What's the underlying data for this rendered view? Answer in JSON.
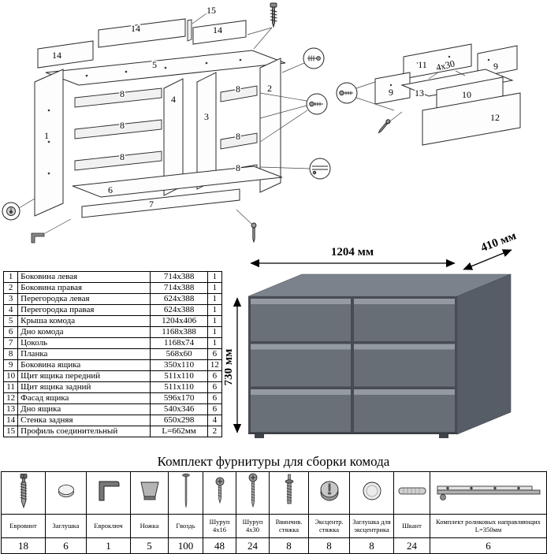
{
  "diagram": {
    "callouts": {
      "n15": "15",
      "n14a": "14",
      "n14b": "14",
      "n14c": "14",
      "n5": "5",
      "n1": "1",
      "n2": "2",
      "n3": "3",
      "n4": "4",
      "n6": "6",
      "n7": "7",
      "n8a": "8",
      "n8b": "8",
      "n8c": "8",
      "n8d": "8",
      "n8e": "8",
      "n8f": "8",
      "n9a": "9",
      "n9b": "9",
      "n10": "10",
      "n11": "11",
      "n12": "12",
      "n13": "13",
      "screw_note": "4х30"
    }
  },
  "product": {
    "dimensions": {
      "width": "1204 мм",
      "depth": "410 мм",
      "height": "730 мм"
    }
  },
  "parts_table": {
    "rows": [
      {
        "num": "1",
        "name": "Боковина левая",
        "size": "714х388",
        "qty": "1"
      },
      {
        "num": "2",
        "name": "Боковина правая",
        "size": "714х388",
        "qty": "1"
      },
      {
        "num": "3",
        "name": "Перегородка левая",
        "size": "624х388",
        "qty": "1"
      },
      {
        "num": "4",
        "name": "Перегородка правая",
        "size": "624х388",
        "qty": "1"
      },
      {
        "num": "5",
        "name": "Крыша комода",
        "size": "1204х406",
        "qty": "1"
      },
      {
        "num": "6",
        "name": "Дно комода",
        "size": "1168х388",
        "qty": "1"
      },
      {
        "num": "7",
        "name": "Цоколь",
        "size": "1168х74",
        "qty": "1"
      },
      {
        "num": "8",
        "name": "Планка",
        "size": "568х60",
        "qty": "6"
      },
      {
        "num": "9",
        "name": "Боковина ящика",
        "size": "350х110",
        "qty": "12"
      },
      {
        "num": "10",
        "name": "Щит ящика передний",
        "size": "511х110",
        "qty": "6"
      },
      {
        "num": "11",
        "name": "Щит ящика задний",
        "size": "511х110",
        "qty": "6"
      },
      {
        "num": "12",
        "name": "Фасад ящика",
        "size": "596х170",
        "qty": "6"
      },
      {
        "num": "13",
        "name": "Дно ящика",
        "size": "540х346",
        "qty": "6"
      },
      {
        "num": "14",
        "name": "Стенка задняя",
        "size": "650х298",
        "qty": "4"
      },
      {
        "num": "15",
        "name": "Профиль соединительный",
        "size": "L=662мм",
        "qty": "2"
      }
    ]
  },
  "hardware": {
    "title": "Комплект фурнитуры для сборки комода",
    "items": [
      {
        "name": "Евровинт",
        "qty": "18",
        "icon": "euro-screw"
      },
      {
        "name": "Заглушка",
        "qty": "6",
        "icon": "cap"
      },
      {
        "name": "Евроключ",
        "qty": "1",
        "icon": "hex-key"
      },
      {
        "name": "Ножка",
        "qty": "5",
        "icon": "foot"
      },
      {
        "name": "Гвоздь",
        "qty": "100",
        "icon": "nail"
      },
      {
        "name": "Шуруп 4х16",
        "qty": "48",
        "icon": "screw-4x16"
      },
      {
        "name": "Шуруп 4х30",
        "qty": "24",
        "icon": "screw-4x30"
      },
      {
        "name": "Ввинчив. стяжка",
        "qty": "8",
        "icon": "cam-stud"
      },
      {
        "name": "Эксцентр. стяжка",
        "qty": "8",
        "icon": "cam-lock"
      },
      {
        "name": "Заглушка для эксцентрика",
        "qty": "8",
        "icon": "cam-cap"
      },
      {
        "name": "Шкант",
        "qty": "24",
        "icon": "dowel"
      },
      {
        "name": "Комплект роликовых направляющих L=350мм",
        "qty": "6",
        "icon": "drawer-slide"
      }
    ]
  },
  "colors": {
    "dresser_front": "#6a7077",
    "dresser_top": "#7b828b",
    "dresser_side": "#575d66",
    "drawer_chamfer": "#959ba3",
    "line": "#000000"
  }
}
